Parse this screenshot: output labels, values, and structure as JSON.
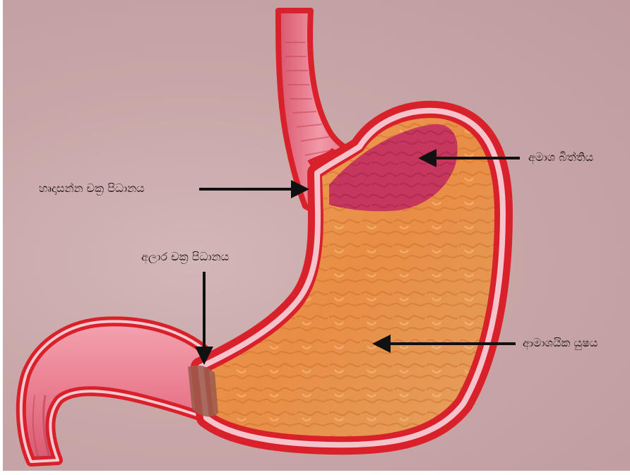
{
  "labels": {
    "cardiac_sphincter": "හෘදාසන්න චක්‍ර පිධානය",
    "stomach_wall": "අමාශ බිත්තිය",
    "pyloric_sphincter": "අලාර චක්‍ර පිධානය",
    "gastric_juice": "ආමාශයික යුෂය"
  },
  "colors": {
    "background": "#c9a7a8",
    "outer_wall": "#d9212b",
    "inner_lining": "#f6c3cc",
    "gastric_mucosa": "#e8944a",
    "fundus_wall": "#c7365c",
    "esophagus": "#e9788c",
    "arrows": "#111111"
  }
}
